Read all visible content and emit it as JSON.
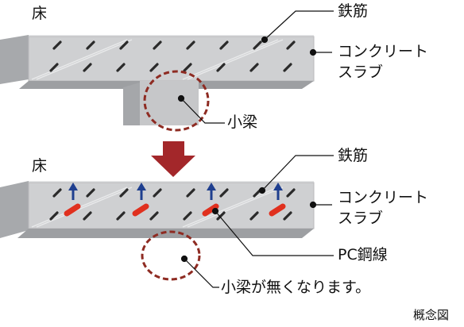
{
  "top_panel": {
    "floor_label": "床",
    "rebar_label": "鉄筋",
    "slab_label_line1": "コンクリート",
    "slab_label_line2": "スラブ",
    "beam_label": "小梁"
  },
  "bottom_panel": {
    "floor_label": "床",
    "rebar_label": "鉄筋",
    "slab_label_line1": "コンクリート",
    "slab_label_line2": "スラブ",
    "pc_label": "PC鋼線",
    "no_beam_label": "小梁が無くなります。"
  },
  "caption": "概念図",
  "colors": {
    "slab_front": "#cfd0d2",
    "slab_top": "#e6e7e8",
    "slab_side": "#a7a9ac",
    "arrow": "#a3272a",
    "dashed_circle": "#8e2b22",
    "pc_strand": "#e0301e",
    "tension_arrow": "#1f3f8f"
  }
}
